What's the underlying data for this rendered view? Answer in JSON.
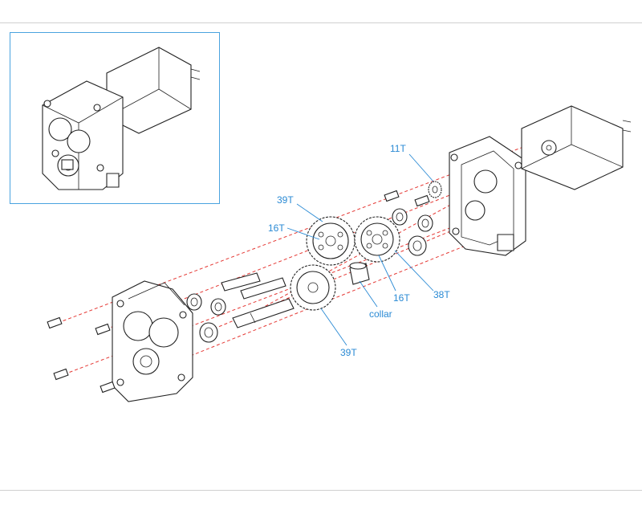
{
  "labels": {
    "top_11t": "11T",
    "top_39t": "39T",
    "left_16t": "16T",
    "mid_16t": "16T",
    "right_38t": "38T",
    "collar": "collar",
    "bottom_39t": "39T"
  },
  "colors": {
    "label_blue": "#2a8ad4",
    "guide_red": "#e53935",
    "inset_border": "#4aa3df",
    "line": "#222222"
  }
}
